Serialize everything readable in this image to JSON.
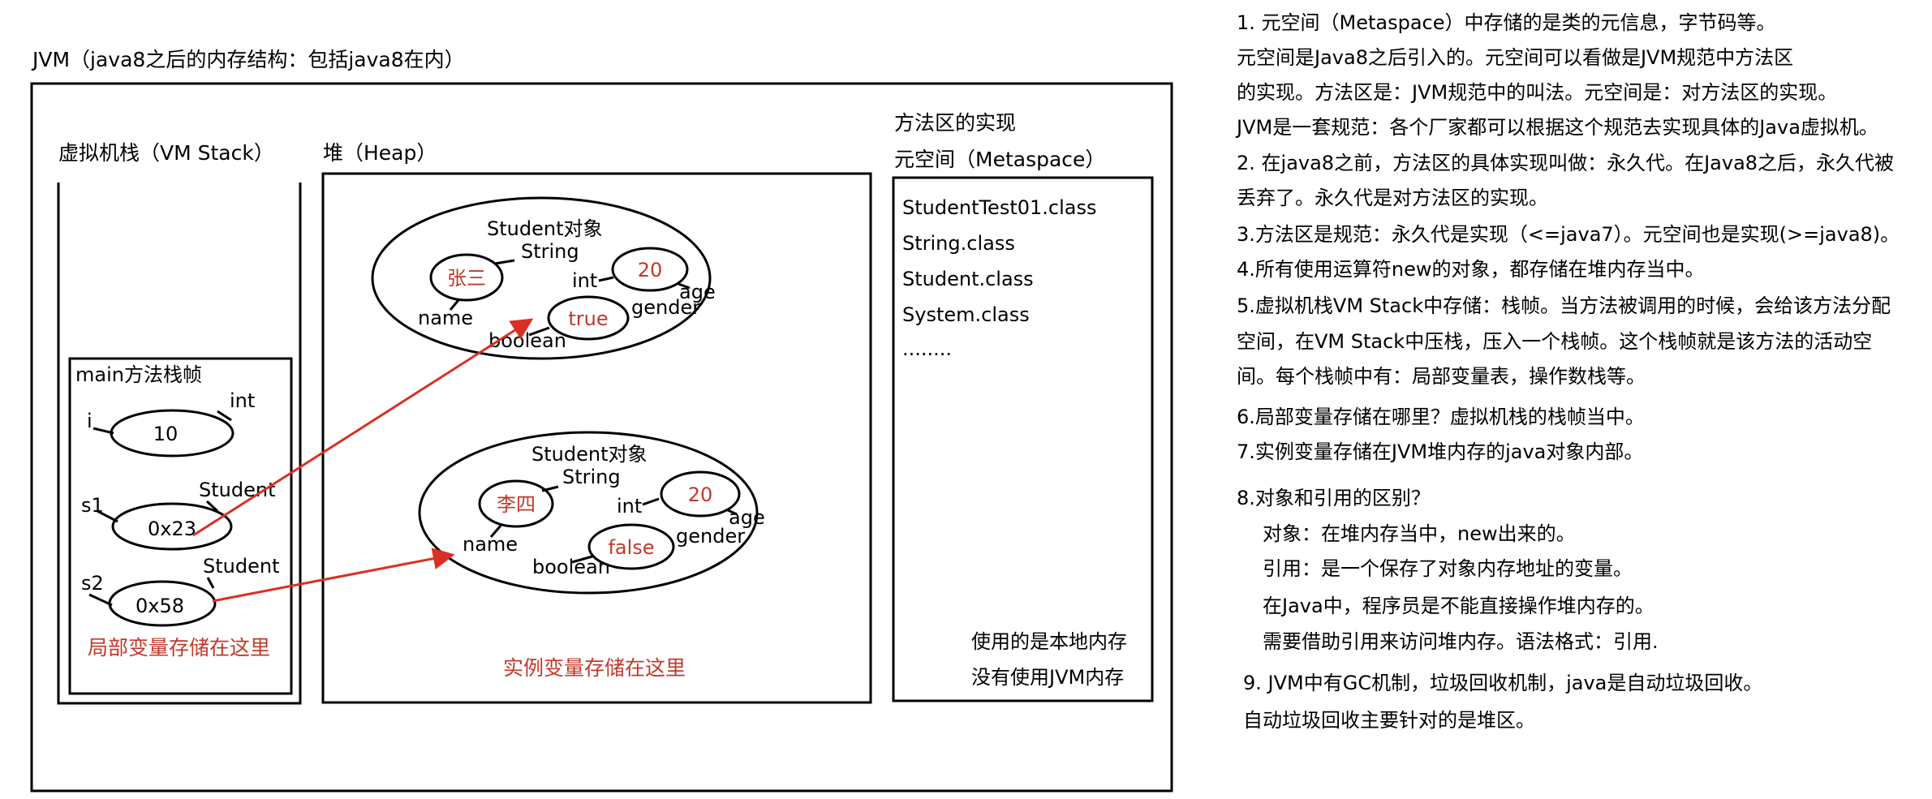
{
  "diagram": {
    "title": "JVM（java8之后的内存结构：包括java8在内）",
    "vm_stack": {
      "label": "虚拟机栈（VM Stack）",
      "frame_label": "main方法栈帧",
      "var_i": {
        "name": "i",
        "type": "int",
        "value": "10"
      },
      "var_s1": {
        "name": "s1",
        "type": "Student",
        "value": "0x23"
      },
      "var_s2": {
        "name": "s2",
        "type": "Student",
        "value": "0x58"
      },
      "note": "局部变量存储在这里"
    },
    "heap": {
      "label": "堆（Heap）",
      "object1": {
        "title": "Student对象",
        "string_type": "String",
        "name_value": "张三",
        "name_field": "name",
        "int_type": "int",
        "age_value": "20",
        "age_field": "age",
        "gender_value": "true",
        "gender_field": "gender",
        "boolean_type": "boolean"
      },
      "object2": {
        "title": "Student对象",
        "string_type": "String",
        "name_value": "李四",
        "name_field": "name",
        "int_type": "int",
        "age_value": "20",
        "age_field": "age",
        "gender_value": "false",
        "gender_field": "gender",
        "boolean_type": "boolean"
      },
      "note": "实例变量存储在这里"
    },
    "method_area": {
      "label_line1": "方法区的实现",
      "label_line2": "元空间（Metaspace）",
      "classes": [
        "StudentTest01.class",
        "String.class",
        "Student.class",
        "System.class",
        "........"
      ],
      "note_line1": "使用的是本地内存",
      "note_line2": "没有使用JVM内存"
    }
  },
  "notes": [
    "1. 元空间（Metaspace）中存储的是类的元信息，字节码等。",
    "元空间是Java8之后引入的。元空间可以看做是JVM规范中方法区",
    "的实现。方法区是：JVM规范中的叫法。元空间是：对方法区的实现。",
    "JVM是一套规范：各个厂家都可以根据这个规范去实现具体的Java虚拟机。",
    "2. 在java8之前，方法区的具体实现叫做：永久代。在Java8之后，永久代被",
    "丢弃了。永久代是对方法区的实现。",
    "3.方法区是规范：永久代是实现（<=java7）。元空间也是实现(>=java8)。",
    "4.所有使用运算符new的对象，都存储在堆内存当中。",
    "5.虚拟机栈VM Stack中存储：栈帧。当方法被调用的时候，会给该方法分配",
    "空间，在VM Stack中压栈，压入一个栈帧。这个栈帧就是该方法的活动空",
    "间。每个栈帧中有：局部变量表，操作数栈等。",
    "6.局部变量存储在哪里？虚拟机栈的栈帧当中。",
    "7.实例变量存储在JVM堆内存的java对象内部。",
    "8.对象和引用的区别？",
    "对象：在堆内存当中，new出来的。",
    "引用：是一个保存了对象内存地址的变量。",
    "在Java中，程序员是不能直接操作堆内存的。",
    "需要借助引用来访问堆内存。语法格式：引用.",
    "9. JVM中有GC机制，垃圾回收机制，java是自动垃圾回收。",
    "自动垃圾回收主要针对的是堆区。"
  ],
  "colors": {
    "line": "#000000",
    "value_red": "#c0392b",
    "arrow_red": "#d93025"
  }
}
